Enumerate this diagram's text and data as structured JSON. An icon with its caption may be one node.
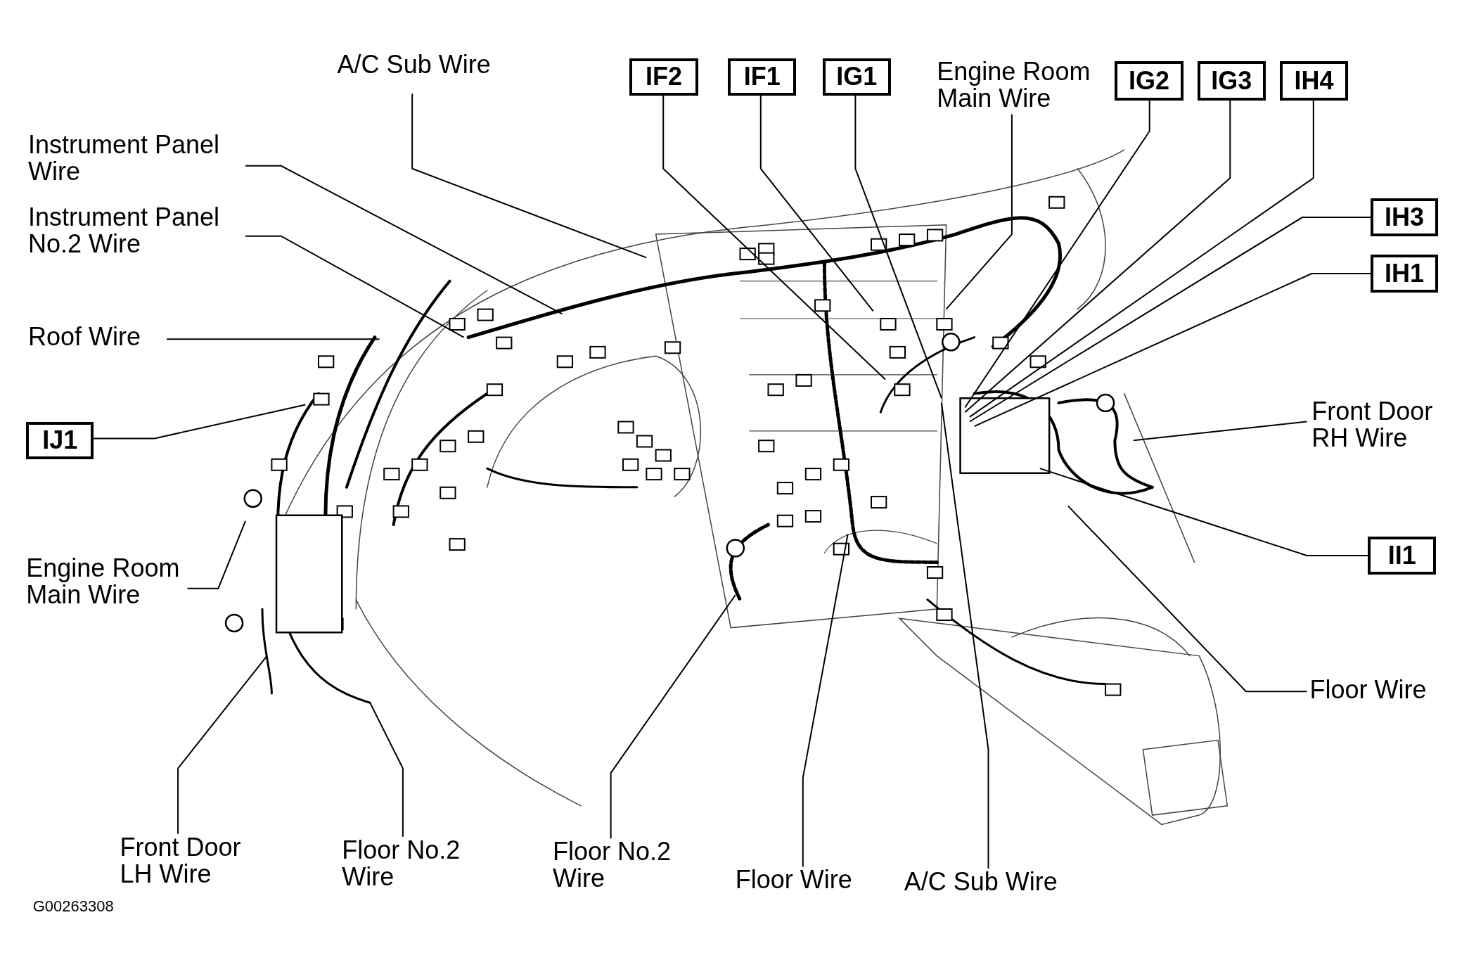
{
  "diagram": {
    "nodes": [
      {
        "text": [
          "A/C Sub Wire"
        ]
      },
      {
        "text": [
          "IF2"
        ]
      },
      {
        "text": [
          "IF1"
        ]
      },
      {
        "text": [
          "IG1"
        ]
      },
      {
        "text": [
          "Engine Room Main Wire"
        ]
      },
      {
        "text": [
          "IG2"
        ]
      },
      {
        "text": [
          "IG3"
        ]
      },
      {
        "text": [
          "IH4"
        ]
      },
      {
        "text": [
          "Instrument Panel Wire"
        ]
      },
      {
        "text": [
          "Instrument Panel No.2 Wire"
        ]
      },
      {
        "text": [
          "IH3"
        ]
      },
      {
        "text": [
          "IH1"
        ]
      },
      {
        "text": [
          "Roof Wire"
        ]
      },
      {
        "text": [
          "IJ1"
        ]
      },
      {
        "text": [
          "Front Door RH Wire"
        ]
      },
      {
        "text": [
          "II1"
        ]
      },
      {
        "text": [
          "Engine Room Main Wire"
        ]
      },
      {
        "text": [
          "Floor Wire"
        ]
      },
      {
        "text": [
          "Front Door LH Wire"
        ]
      },
      {
        "text": [
          "Floor No.2 Wire"
        ]
      },
      {
        "text": [
          "Floor No.2 Wire"
        ]
      },
      {
        "text": [
          "Floor Wire"
        ]
      },
      {
        "text": [
          "A/C Sub Wire"
        ]
      }
    ],
    "edges": [
      {
        "from": 0,
        "to": null,
        "arrow": "none"
      },
      {
        "from": 1,
        "to": null,
        "arrow": "none"
      },
      {
        "from": 2,
        "to": null,
        "arrow": "none"
      },
      {
        "from": 3,
        "to": null,
        "arrow": "none"
      },
      {
        "from": 4,
        "to": null,
        "arrow": "none"
      },
      {
        "from": 5,
        "to": null,
        "arrow": "none"
      },
      {
        "from": 6,
        "to": null,
        "arrow": "none"
      },
      {
        "from": 7,
        "to": null,
        "arrow": "none"
      },
      {
        "from": 8,
        "to": null,
        "arrow": "none"
      },
      {
        "from": 9,
        "to": null,
        "arrow": "none"
      },
      {
        "from": 10,
        "to": null,
        "arrow": "none"
      },
      {
        "from": 11,
        "to": null,
        "arrow": "none"
      },
      {
        "from": 12,
        "to": null,
        "arrow": "none"
      },
      {
        "from": 13,
        "to": null,
        "arrow": "none"
      },
      {
        "from": 14,
        "to": null,
        "arrow": "none"
      },
      {
        "from": 15,
        "to": null,
        "arrow": "none"
      },
      {
        "from": 16,
        "to": null,
        "arrow": "none"
      },
      {
        "from": 17,
        "to": null,
        "arrow": "none"
      },
      {
        "from": 18,
        "to": null,
        "arrow": "none"
      },
      {
        "from": 19,
        "to": null,
        "arrow": "none"
      },
      {
        "from": 20,
        "to": null,
        "arrow": "none"
      },
      {
        "from": 21,
        "to": null,
        "arrow": "none"
      },
      {
        "from": 22,
        "to": null,
        "arrow": "none"
      }
    ],
    "labels": [
      "G00263308"
    ]
  }
}
